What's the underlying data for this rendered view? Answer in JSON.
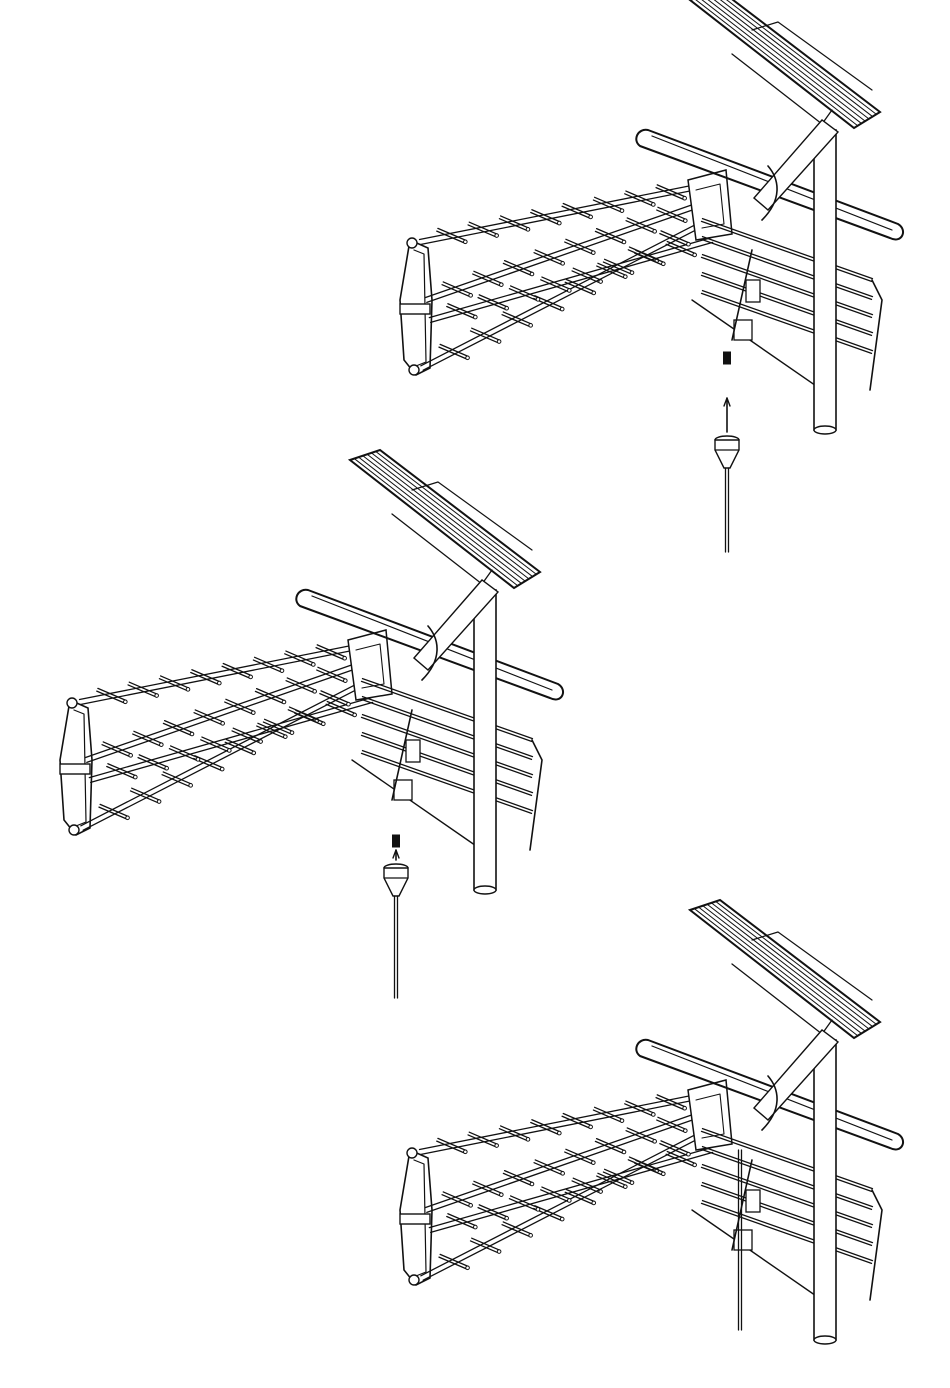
{
  "figure": {
    "kind": "assembly-illustration",
    "panels": [
      {
        "id": "step-1",
        "part_shown": "cable-connector-with-fitting",
        "stage": "separated"
      },
      {
        "id": "step-2",
        "part_shown": "cable-connector-with-fitting",
        "stage": "approaching"
      },
      {
        "id": "step-3",
        "part_shown": "cable",
        "stage": "connected"
      }
    ],
    "colors": {
      "line": "#111111",
      "background": "#ffffff"
    }
  }
}
